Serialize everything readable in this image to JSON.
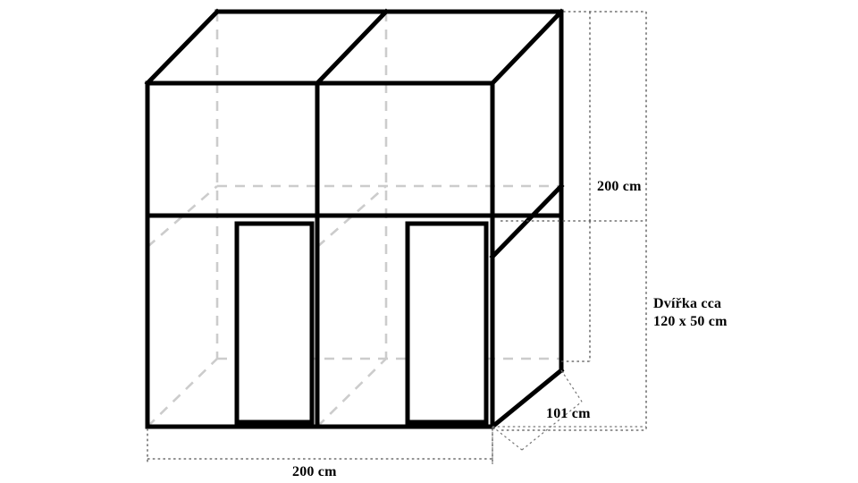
{
  "drawing": {
    "title": "Greenhouse / cabinet isometric dimension drawing",
    "units": "cm",
    "labels": {
      "height": "200 cm",
      "width": "200 cm",
      "depth": "101 cm",
      "door": "Dvířka cca\n120 x 50 cm"
    },
    "colors": {
      "edge": "#000000",
      "hidden": "#cccccc",
      "dimension": "#555555",
      "background": "#ffffff"
    },
    "dimensions": {
      "height_cm": 200,
      "width_cm": 200,
      "depth_cm": 101,
      "door_height_cm": 120,
      "door_width_cm": 50
    }
  }
}
